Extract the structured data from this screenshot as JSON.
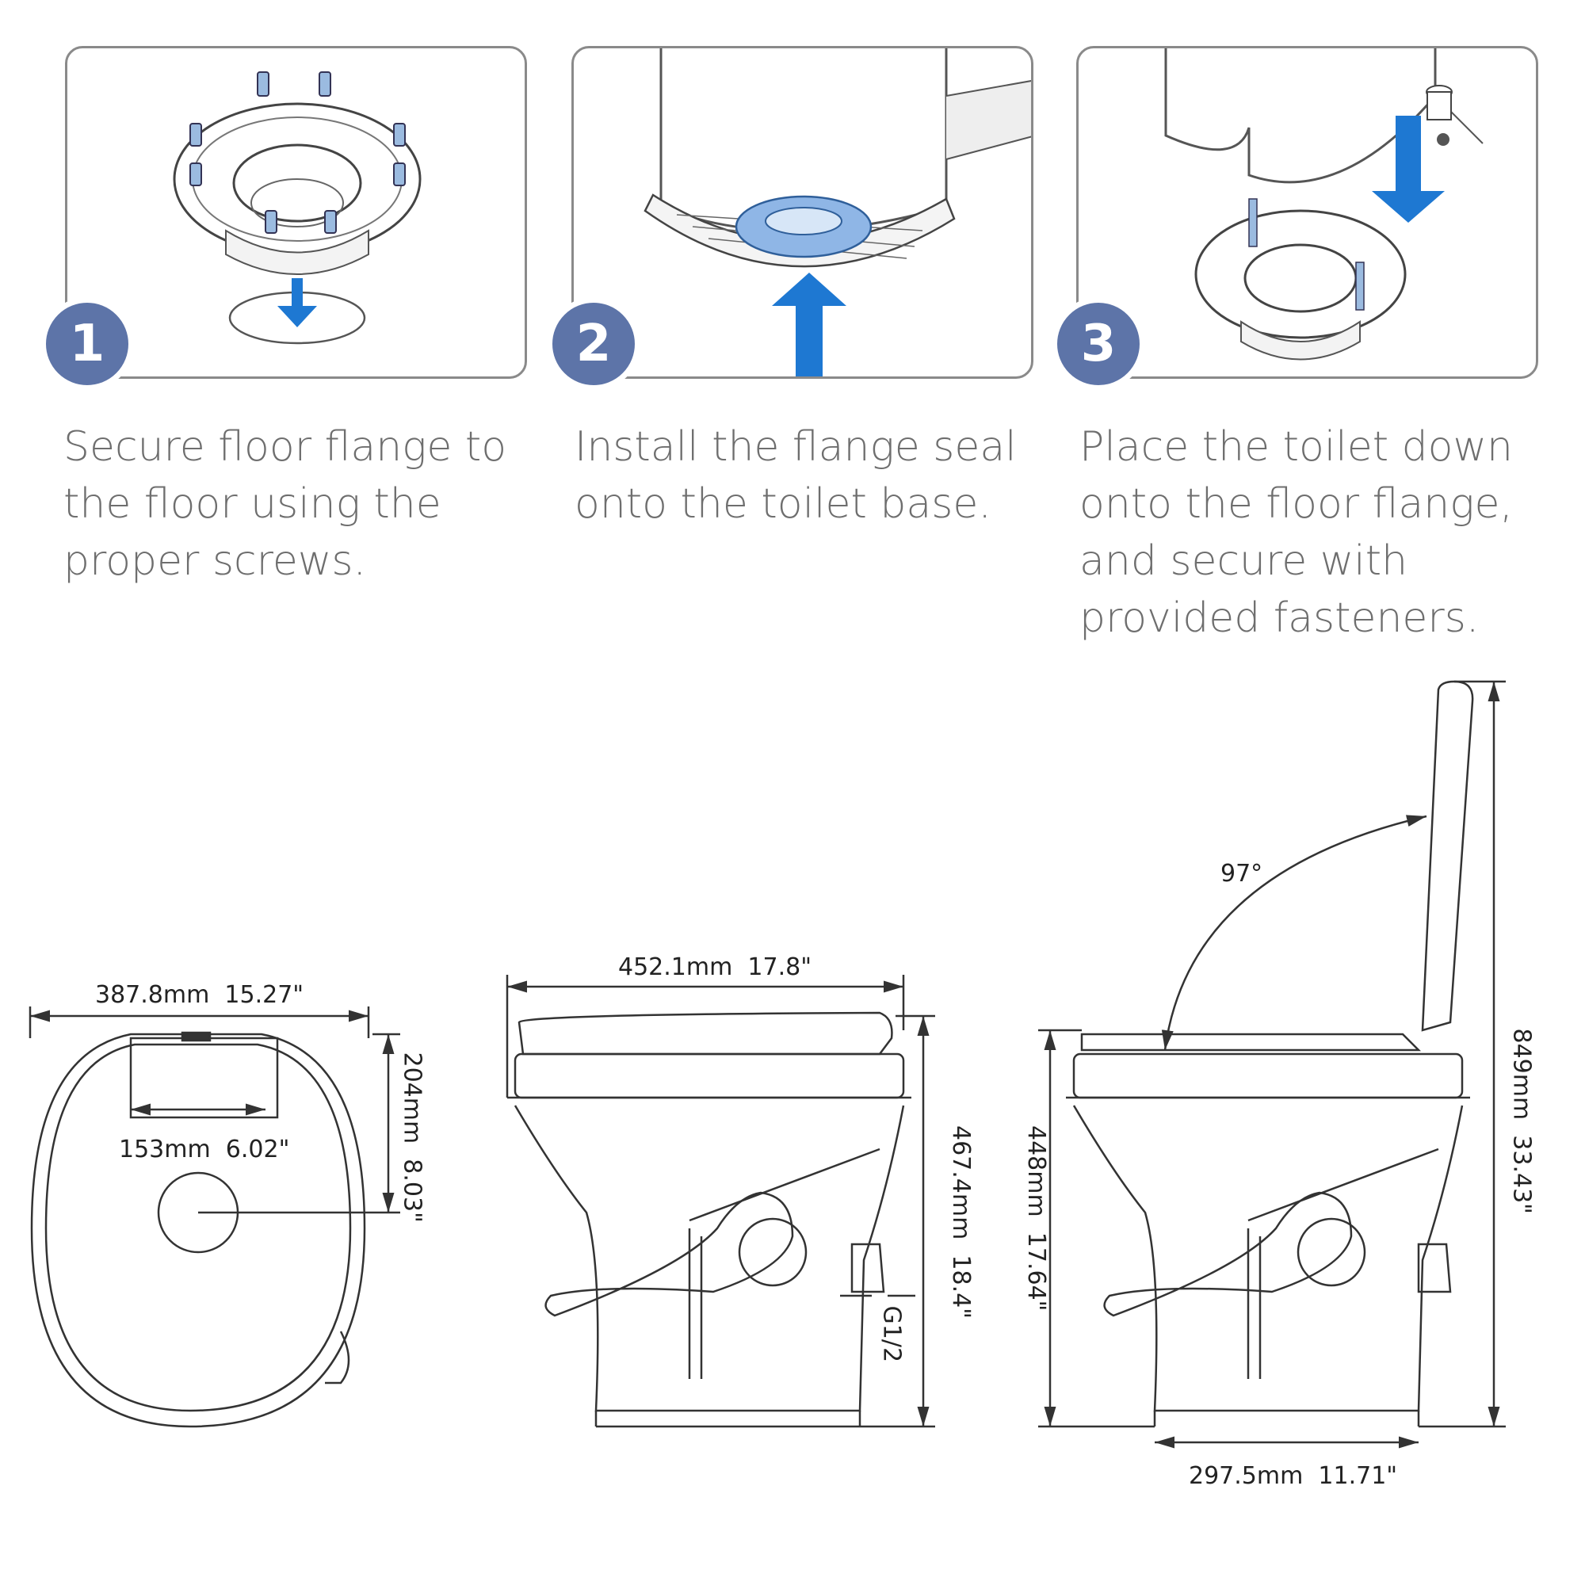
{
  "steps": [
    {
      "number": "1",
      "text": "Secure floor flange to the floor using the proper screws."
    },
    {
      "number": "2",
      "text": "Install the flange seal onto the toilet base."
    },
    {
      "number": "3",
      "text": "Place the toilet down onto the floor flange, and secure with provided fasteners."
    }
  ],
  "dimensions": {
    "top_width": "387.8mm  15.27\"",
    "top_depth": "204mm  8.03\"",
    "top_outlet_width": "153mm  6.02\"",
    "side_length": "452.1mm  17.8\"",
    "side_height": "467.4mm  18.4\"",
    "side_thread": "G1/2",
    "open_height_seat": "448mm  17.64\"",
    "open_height_total": "849mm  33.43\"",
    "open_base_width": "297.5mm  11.71\"",
    "open_angle": "97°"
  },
  "colors": {
    "badge": "#5d74a8",
    "arrow": "#1e78d2",
    "seal": "#8fb6e6",
    "line": "#333333",
    "panel_border": "#8a8a8a"
  }
}
